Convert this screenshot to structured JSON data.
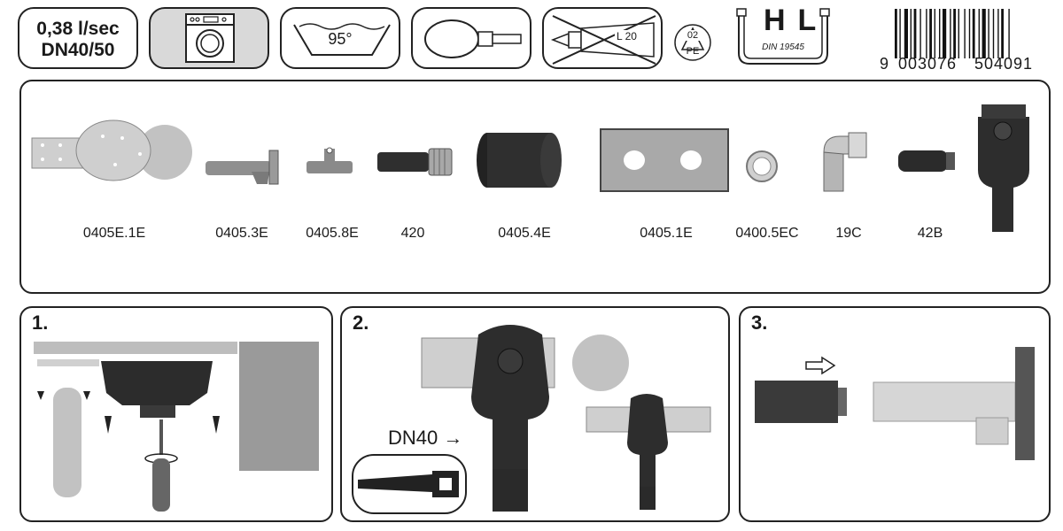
{
  "header": {
    "flow_rate": "0,38 l/sec",
    "pipe_size": "DN40/50",
    "temperature": "95°",
    "cross_label": "L 20",
    "recycle_code": "02",
    "recycle_material": "PE",
    "hl_logo": "HL",
    "din_label": "DIN 19545",
    "barcode": {
      "first_digit": "9",
      "group1": "003076",
      "group2": "504091"
    }
  },
  "parts": [
    {
      "code": "0405E.1E"
    },
    {
      "code": "0405.3E"
    },
    {
      "code": "0405.8E"
    },
    {
      "code": "420"
    },
    {
      "code": "0405.4E"
    },
    {
      "code": "0405.1E"
    },
    {
      "code": "0400.5EC"
    },
    {
      "code": "19C"
    },
    {
      "code": "42B"
    }
  ],
  "steps": [
    {
      "number": "1."
    },
    {
      "number": "2.",
      "annotation": "DN40 →"
    },
    {
      "number": "3."
    }
  ],
  "colors": {
    "outline": "#222222",
    "gray_fill": "#d9d9d9",
    "dark_part": "#2e2e2e",
    "light_part": "#bdbdbd"
  }
}
